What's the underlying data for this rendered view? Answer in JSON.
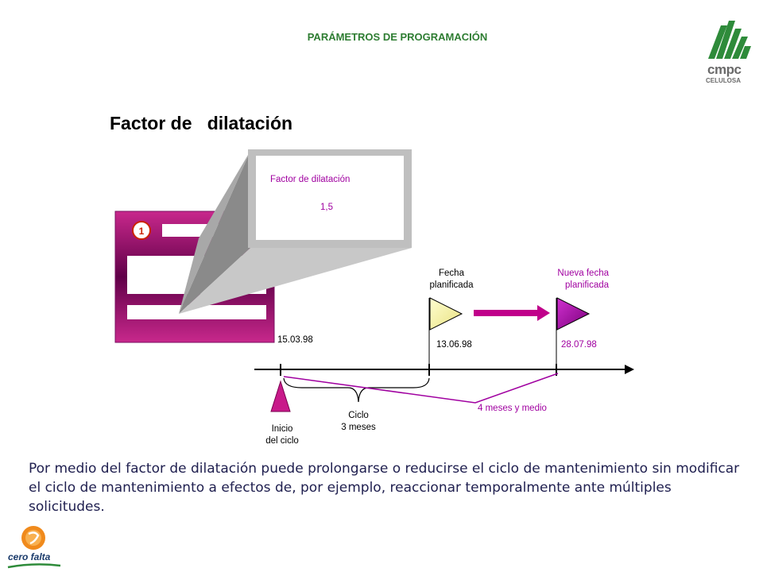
{
  "header": {
    "title": "PARÁMETROS DE PROGRAMACIÓN"
  },
  "slide": {
    "title": "Factor de   dilatación"
  },
  "callout": {
    "label": "Factor de dilatación",
    "value": "1,5"
  },
  "timeline": {
    "start_date": "15.03.98",
    "planned_label": "Fecha\nplanificada",
    "planned_date": "13.06.98",
    "new_label": "Nueva fecha\nplanificada",
    "new_date": "28.07.98",
    "span_label": "4 meses y medio",
    "cycle_label": "Ciclo\n3 meses",
    "start_label": "Inicio\ndel ciclo"
  },
  "body": {
    "text": "Por medio del factor de dilatación puede prolongarse o reducirse el ciclo de mantenimiento sin modificar el ciclo de mantenimiento a efectos de, por ejemplo, reaccionar temporalmente ante múltiples solicitudes."
  },
  "branding": {
    "top_logo_main": "cmpc",
    "top_logo_sub": "CELULOSA",
    "bottom_logo": "cero falta"
  },
  "colors": {
    "magenta": "#a000a0",
    "title_green": "#2e7d32",
    "logo_green": "#2e8b3a"
  }
}
